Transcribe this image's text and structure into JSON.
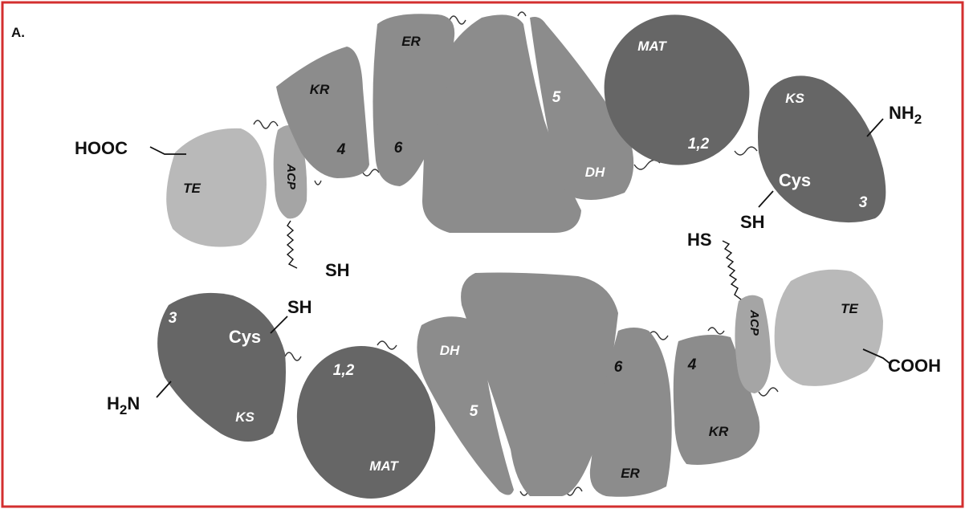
{
  "panel_label": "A.",
  "colors": {
    "frame": "#d32f2f",
    "dark_domain": "#666666",
    "mid_domain": "#8c8c8c",
    "light_domain": "#b9b9b9",
    "label_white": "#ffffff",
    "label_black": "#111111"
  },
  "top_monomer": {
    "ks": "KS",
    "ks_module": "3",
    "cys": "Cys",
    "mat": "MAT",
    "mat_modules": "1,2",
    "dh": "DH",
    "dh_module": "5",
    "er": "ER",
    "er_module": "6",
    "kr": "KR",
    "kr_module": "4",
    "acp": "ACP",
    "te": "TE",
    "nh2_main": "NH",
    "nh2_sub": "2",
    "cooh": "HOOC",
    "sh_cys": "SH",
    "sh_acp": "SH"
  },
  "bottom_monomer": {
    "ks": "KS",
    "ks_module": "3",
    "cys": "Cys",
    "mat": "MAT",
    "mat_modules": "1,2",
    "dh": "DH",
    "dh_module": "5",
    "er": "ER",
    "er_module": "6",
    "kr": "KR",
    "kr_module": "4",
    "acp": "ACP",
    "te": "TE",
    "h2n_h": "H",
    "h2n_sub": "2",
    "h2n_n": "N",
    "cooh": "COOH",
    "sh_cys": "SH",
    "hs_acp": "HS"
  }
}
